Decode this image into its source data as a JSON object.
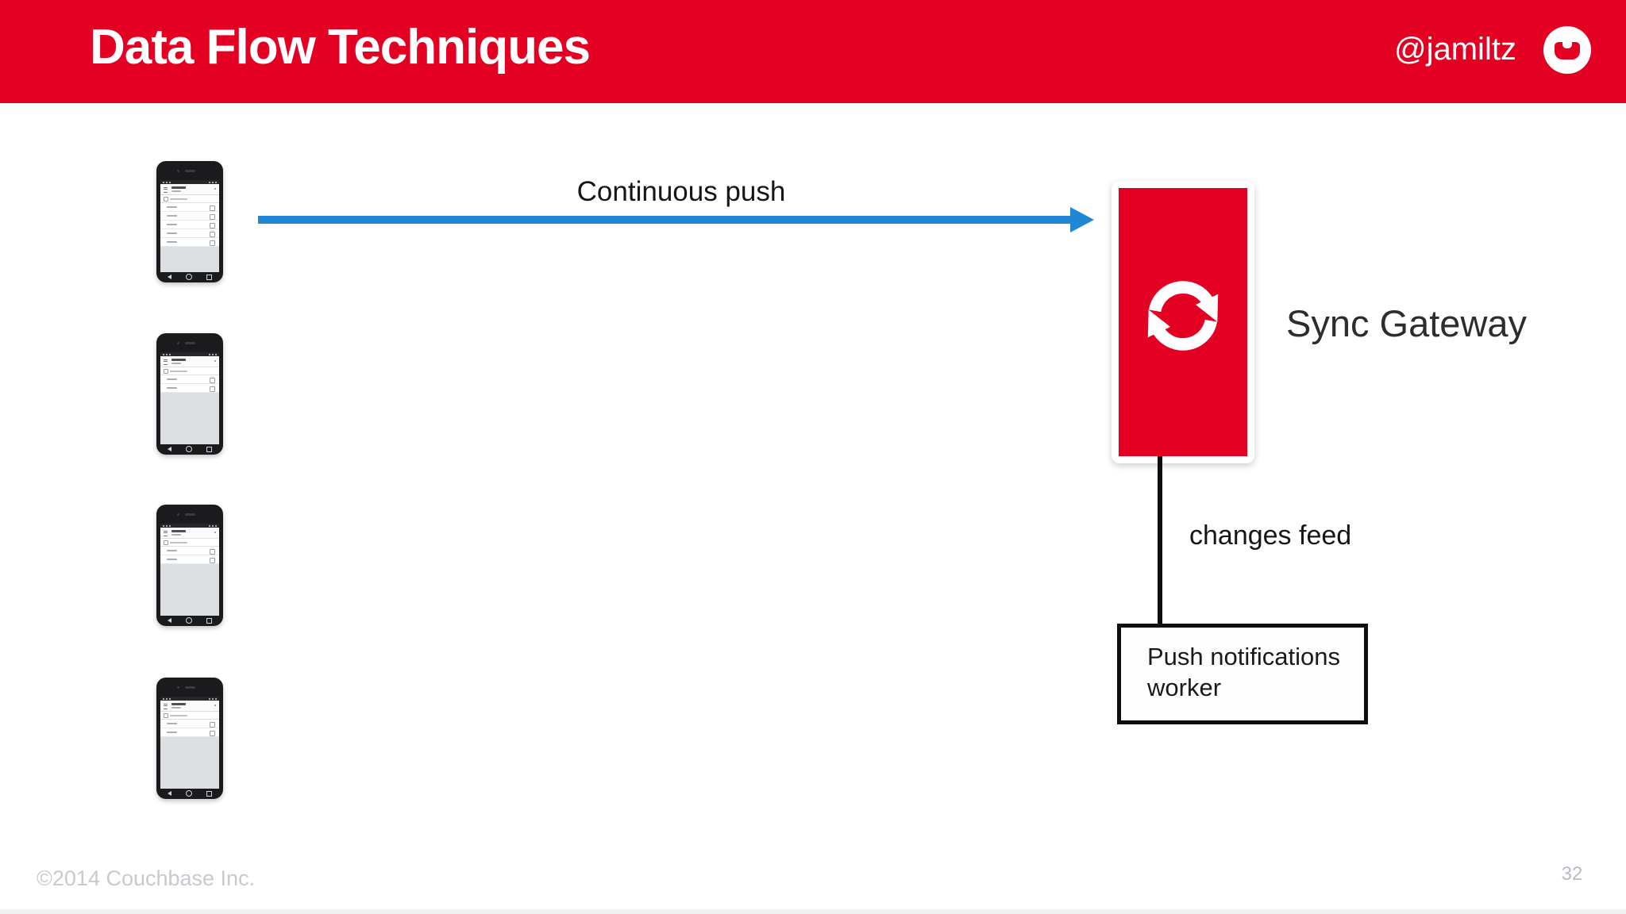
{
  "slide": {
    "title": "Data Flow Techniques",
    "handle": "@jamiltz",
    "footer_copyright": "©2014 Couchbase Inc.",
    "page_number": "32"
  },
  "diagram": {
    "arrow_label": "Continuous push",
    "sync_gateway_label": "Sync Gateway",
    "changes_feed_label": "changes feed",
    "worker_label": "Push notifications worker",
    "phones": [
      {
        "tasks": 5
      },
      {
        "tasks": 2
      },
      {
        "tasks": 2
      },
      {
        "tasks": 2
      }
    ],
    "icons": {
      "couchbase_logo": "couchbase-cup-in-circle",
      "sync_gateway": "circular-sync-arrows",
      "flow_arrow": "right-arrow"
    },
    "colors": {
      "header_red": "#e40023",
      "arrow_blue": "#1f87d3",
      "connector_black": "#0e0e0e",
      "footer_gray": "#c9c9cf"
    }
  }
}
